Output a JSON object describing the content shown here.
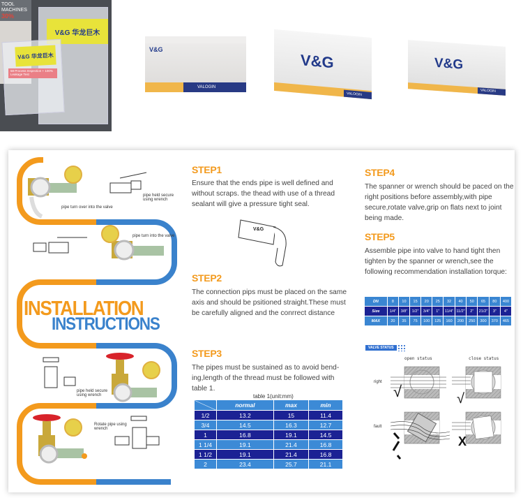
{
  "photos": {
    "bags": {
      "banner_lines": [
        "TOOL",
        "MACHINES",
        "30%"
      ],
      "brand_label": "V&G 华龙巨木",
      "pink_label": "58 Process Inspection + 100% Leakage Test"
    },
    "boxes": [
      {
        "brand": "V&G",
        "footer": "VALOGIN"
      },
      {
        "brand": "V&G",
        "footer": "VALOGIN"
      },
      {
        "brand": "V&G",
        "footer": "VALOGIN"
      }
    ]
  },
  "instructions": {
    "title_line1": "INSTALLATION",
    "title_line2": "INSTRUCTIONS",
    "illustration_captions": {
      "pipe_turn_over": "pipe turn over into the valve",
      "pipe_held_1": "pipe held secure using wrench",
      "pipe_turn_into": "pipe turn into the valve",
      "pipe_held_2": "pipe held secure using wrench",
      "rotate_pipe": "Rotate pipe using wrench"
    },
    "pipe_brand": "V&G",
    "steps": [
      {
        "label": "STEP1",
        "text": "Ensure that the ends pipe is well defined and without scraps. the thead with use of a thread sealant will give a pressure tight seal."
      },
      {
        "label": "STEP2",
        "text": "The connection pips must be placed on the same axis and should be psitioned straight.These must be carefully aligned and the conrrect distance"
      },
      {
        "label": "STEP3",
        "text": "The pipes must be sustained as to avoid bend-ing,length of the thread must be followed with table 1."
      },
      {
        "label": "STEP4",
        "text": "The spanner or wrench should be paced on the right positions before assembly,with pipe secure,rotate valve,grip on flats next to joint being made."
      },
      {
        "label": "STEP5",
        "text": "Assemble pipe into valve to hand tight then tighten by the spanner or wrench,see the following recommendation installation torque:"
      }
    ],
    "thread_table": {
      "caption": "table 1(unit:mm)",
      "headers": [
        "",
        "normal",
        "max",
        "min"
      ],
      "rows": [
        [
          "1/2",
          "13.2",
          "15",
          "11.4"
        ],
        [
          "3/4",
          "14.5",
          "16.3",
          "12.7"
        ],
        [
          "1",
          "16.8",
          "19.1",
          "14.5"
        ],
        [
          "1  1/4",
          "19.1",
          "21.4",
          "16.8"
        ],
        [
          "1  1/2",
          "19.1",
          "21.4",
          "16.8"
        ],
        [
          "2",
          "23.4",
          "25.7",
          "21.1"
        ]
      ]
    },
    "torque_table": {
      "rows": [
        {
          "label": "DN",
          "values": [
            "8",
            "10",
            "15",
            "20",
            "25",
            "32",
            "40",
            "50",
            "65",
            "80",
            "400"
          ]
        },
        {
          "label": "Size",
          "values": [
            "1/4\"",
            "3/8\"",
            "1/2\"",
            "3/4\"",
            "1\"",
            "11/4\"",
            "11/2\"",
            "2\"",
            "21/2\"",
            "3\"",
            "4\""
          ]
        },
        {
          "label": "MAX",
          "values": [
            "20",
            "35",
            "75",
            "100",
            "125",
            "160",
            "200",
            "250",
            "300",
            "370",
            "465"
          ]
        }
      ]
    },
    "valve_status": {
      "title": "VALVE STATUS",
      "col_open": "open status",
      "col_close": "close status",
      "row_right": "right",
      "row_fault": "fault",
      "mark_right": "√",
      "mark_fault": "X"
    }
  },
  "colors": {
    "orange": "#f39a1d",
    "blue": "#3a82cc",
    "navy": "#1b2294",
    "red": "#d8232a"
  }
}
